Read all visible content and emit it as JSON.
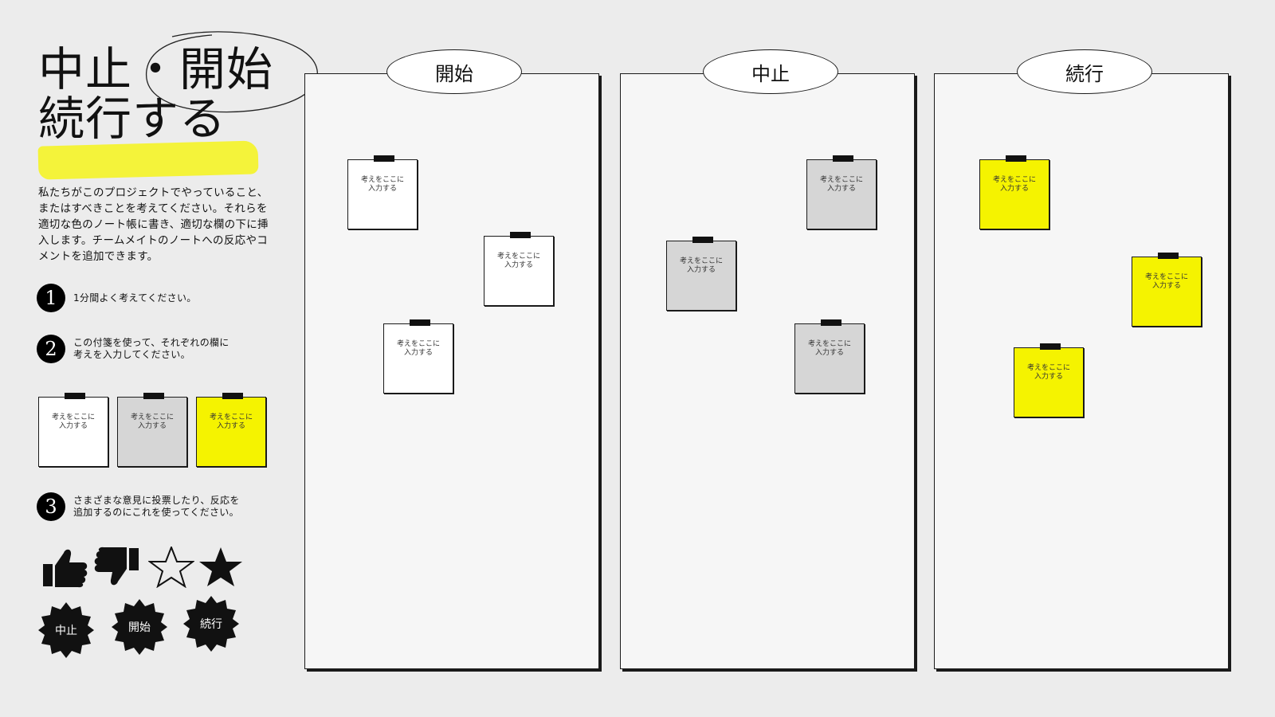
{
  "title": {
    "line1": "中止・開始",
    "line2": "続行する"
  },
  "description": "私たちがこのプロジェクトでやっていること、またはすべきことを考えてください。それらを適切な色のノート帳に書き、適切な欄の下に挿入します。チームメイトのノートへの反応やコメントを追加できます。",
  "steps": [
    {
      "number": "1",
      "text": "1分間よく考えてください。"
    },
    {
      "number": "2",
      "text": "この付箋を使って、それぞれの欄に\n考えを入力してください。"
    },
    {
      "number": "3",
      "text": "さまざまな意見に投票したり、反応を\n追加するのにこれを使ってください。"
    }
  ],
  "note_placeholder": "考えをここに\n入力する",
  "legend_notes": [
    {
      "color": "white",
      "text": "考えをここに\n入力する"
    },
    {
      "color": "grey",
      "text": "考えをここに\n入力する"
    },
    {
      "color": "yellow",
      "text": "考えをここに\n入力する"
    }
  ],
  "reaction_icons": [
    "thumbs-up-icon",
    "thumbs-down-icon",
    "star-outline-icon",
    "star-filled-icon"
  ],
  "badges": [
    {
      "label": "中止"
    },
    {
      "label": "開始"
    },
    {
      "label": "続行"
    }
  ],
  "columns": [
    {
      "title": "開始",
      "notes": [
        {
          "color": "white",
          "text": "考えをここに\n入力する"
        },
        {
          "color": "white",
          "text": "考えをここに\n入力する"
        },
        {
          "color": "white",
          "text": "考えをここに\n入力する"
        }
      ]
    },
    {
      "title": "中止",
      "notes": [
        {
          "color": "grey",
          "text": "考えをここに\n入力する"
        },
        {
          "color": "grey",
          "text": "考えをここに\n入力する"
        },
        {
          "color": "grey",
          "text": "考えをここに\n入力する"
        }
      ]
    },
    {
      "title": "続行",
      "notes": [
        {
          "color": "yellow",
          "text": "考えをここに\n入力する"
        },
        {
          "color": "yellow",
          "text": "考えをここに\n入力する"
        },
        {
          "color": "yellow",
          "text": "考えをここに\n入力する"
        }
      ]
    }
  ],
  "colors": {
    "background": "#ececec",
    "highlight": "#f4f33a",
    "note_white": "#ffffff",
    "note_grey": "#d6d6d6",
    "note_yellow": "#f5f300",
    "ink": "#111111"
  }
}
